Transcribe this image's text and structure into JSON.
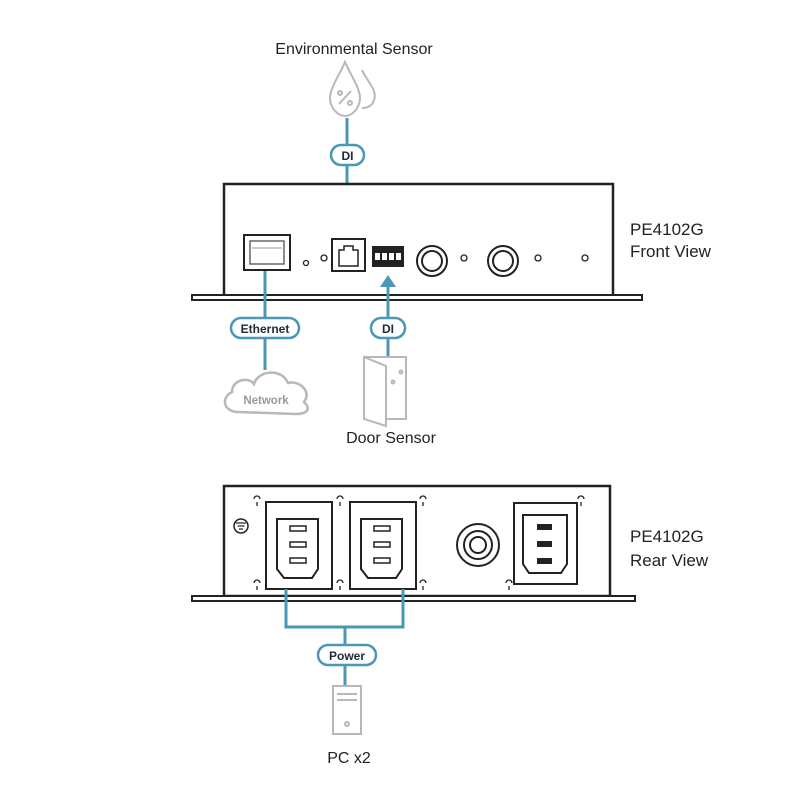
{
  "colors": {
    "connector": "#4a97b6",
    "panel_stroke": "#222222",
    "icon_gray": "#b8b8b8"
  },
  "labels": {
    "env_sensor": "Environmental Sensor",
    "di_top": "DI",
    "ethernet": "Ethernet",
    "di_door": "DI",
    "network": "Network",
    "door_sensor": "Door Sensor",
    "front_model": "PE4102G",
    "front_view": "Front View",
    "rear_model": "PE4102G",
    "rear_view": "Rear View",
    "power": "Power",
    "pc": "PC x2"
  },
  "icons": {
    "env_sensor": "humidity-drops-icon",
    "network": "cloud-icon",
    "door_sensor": "door-icon",
    "pc": "pc-tower-icon"
  }
}
